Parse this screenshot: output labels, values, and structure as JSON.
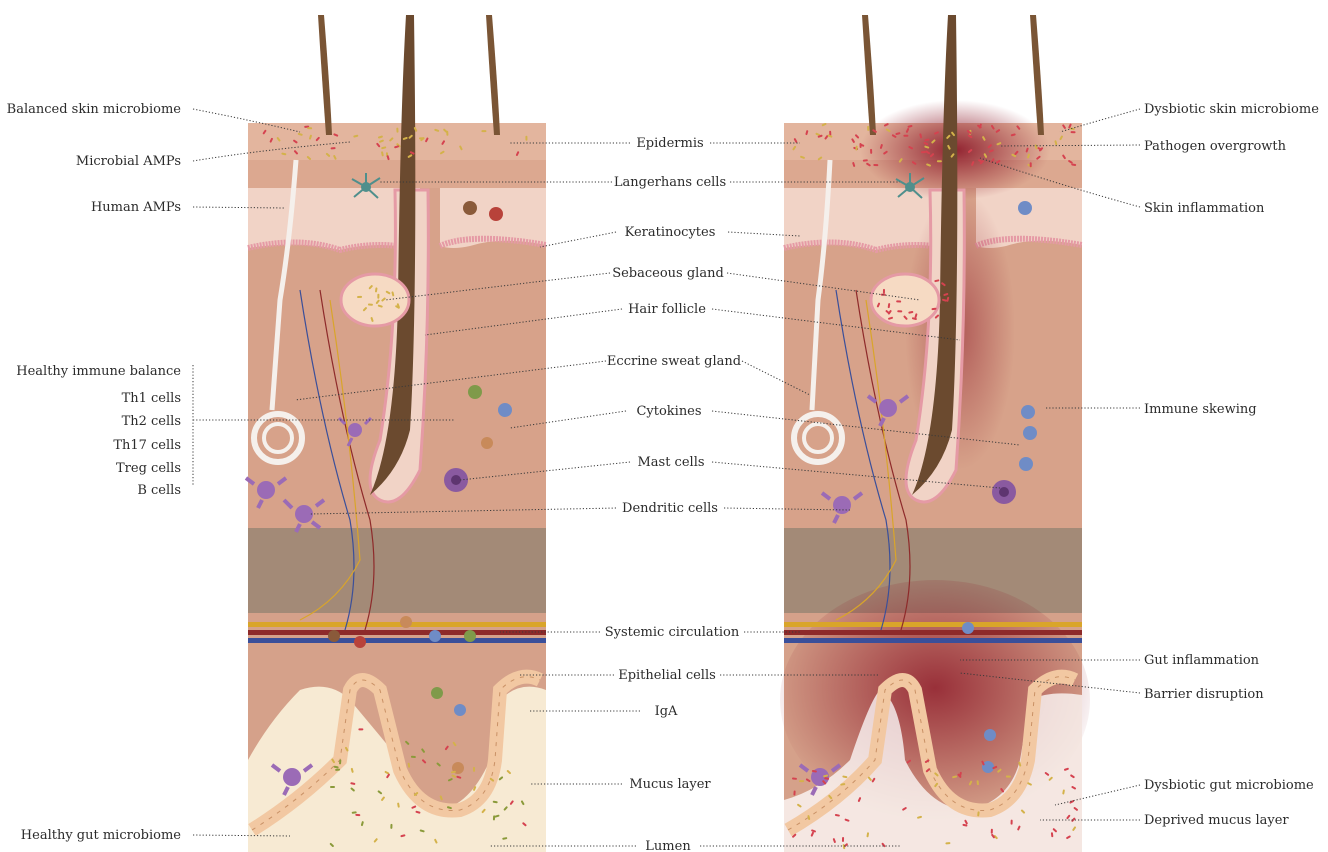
{
  "left_labels": {
    "balanced_skin_microbiome": "Balanced skin microbiome",
    "microbial_amps": "Microbial AMPs",
    "human_amps": "Human AMPs",
    "healthy_immune_balance": "Healthy immune balance",
    "th1_cells": "Th1 cells",
    "th2_cells": "Th2 cells",
    "th17_cells": "Th17 cells",
    "treg_cells": "Treg cells",
    "b_cells": "B cells",
    "healthy_gut_microbiome": "Healthy gut microbiome"
  },
  "center_labels": {
    "epidermis": "Epidermis",
    "langerhans_cells": "Langerhans cells",
    "keratinocytes": "Keratinocytes",
    "sebaceous_gland": "Sebaceous gland",
    "hair_follicle": "Hair follicle",
    "eccrine_sweat_gland": "Eccrine sweat gland",
    "cytokines": "Cytokines",
    "mast_cells": "Mast cells",
    "dendritic_cells": "Dendritic cells",
    "systemic_circulation": "Systemic circulation",
    "epithelial_cells": "Epithelial cells",
    "iga": "IgA",
    "mucus_layer": "Mucus layer",
    "lumen": "Lumen"
  },
  "right_labels": {
    "dysbiotic_skin_microbiome": "Dysbiotic skin microbiome",
    "pathogen_overgrowth": "Pathogen overgrowth",
    "skin_inflammation": "Skin inflammation",
    "immune_skewing": "Immune skewing",
    "gut_inflammation": "Gut inflammation",
    "barrier_disruption": "Barrier disruption",
    "dysbiotic_gut_microbiome": "Dysbiotic gut microbiome",
    "deprived_mucus_layer": "Deprived mucus layer"
  },
  "colors": {
    "epidermis": "#e3b59e",
    "dermis": "#d7a28a",
    "fat": "#a38a77",
    "gut_tissue": "#d5a18a",
    "inflammation": "#8e1c2b",
    "hair": "#6b4a2f",
    "mucus": "#f7ead3",
    "bacteria_yellow": "#d4b24a",
    "bacteria_red": "#d5424f",
    "dendritic": "#9b6bb6",
    "lymph_blue": "#6f8cc6",
    "artery": "#8e2a2a",
    "vein": "#3a4f9a",
    "fat_yellow": "#d9a52a"
  }
}
